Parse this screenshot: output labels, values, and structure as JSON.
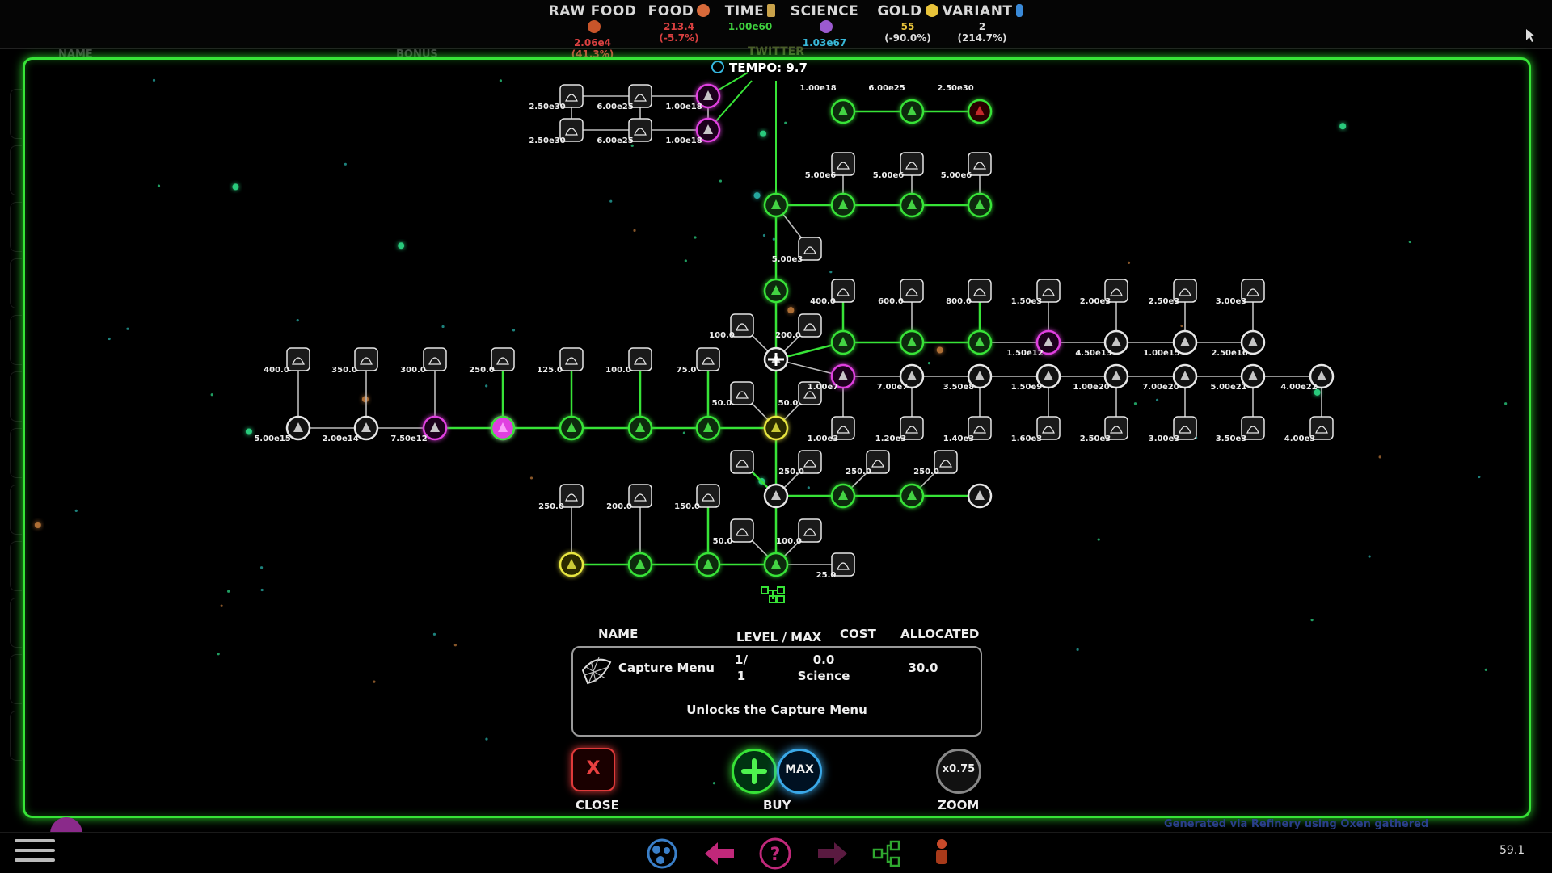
{
  "resources": [
    {
      "name": "RAW FOOD",
      "value": "2.06e4",
      "delta": "(41.3%)",
      "icon": "meat-icon",
      "icon_color": "#c8552a",
      "value_color": "#d94040",
      "delta_color": "#d94040"
    },
    {
      "name": "FOOD",
      "value": "213.4",
      "delta": "(-5.7%)",
      "icon": "cooked-food-icon",
      "icon_color": "#d86a3a",
      "value_color": "#d94040",
      "delta_color": "#d94040"
    },
    {
      "name": "TIME",
      "value": "",
      "delta": "1.00e60",
      "icon": "hourglass-icon",
      "icon_color": "#c9a24a",
      "value_color": "#3fd23f",
      "delta_color": "#3fd23f"
    },
    {
      "name": "SCIENCE",
      "value": "",
      "delta": "1.03e67",
      "icon": "flask-icon",
      "icon_color": "#9b5ad0",
      "value_color": "#38b8d8",
      "delta_color": "#38b8d8"
    },
    {
      "name": "GOLD",
      "value": "55",
      "delta": "(-90.0%)",
      "icon": "coin-icon",
      "icon_color": "#e8c33a",
      "value_color": "#e8c33a",
      "delta_color": "#dddddd"
    },
    {
      "name": "VARIANT",
      "value": "2",
      "delta": "(214.7%)",
      "icon": "person-icon",
      "icon_color": "#3a8ad8",
      "value_color": "#dddddd",
      "delta_color": "#dddddd"
    }
  ],
  "background_headers": {
    "name": "NAME",
    "bonus": "BONUS",
    "twitter": "TWITTER"
  },
  "tempo": {
    "label": "TEMPO: 9.7"
  },
  "tree_labels": [
    "2.50e30",
    "6.00e25",
    "1.00e18",
    "2.50e30",
    "6.00e25",
    "1.00e18",
    "1.00e18",
    "6.00e25",
    "2.50e30",
    "5.00e6",
    "5.00e6",
    "5.00e6",
    "5.00e3",
    "400.0",
    "600.0",
    "800.0",
    "1.50e3",
    "2.00e3",
    "2.50e3",
    "3.00e3",
    "1.50e12",
    "4.50e13",
    "1.00e15",
    "2.50e16",
    "100.0",
    "200.0",
    "400.0",
    "350.0",
    "300.0",
    "250.0",
    "125.0",
    "100.0",
    "75.0",
    "5.00e15",
    "2.00e14",
    "7.50e12",
    "50.0",
    "50.0",
    "1.00e7",
    "7.00e7",
    "3.50e8",
    "1.50e9",
    "1.00e20",
    "7.00e20",
    "5.00e21",
    "4.00e22",
    "1.00e3",
    "1.20e3",
    "1.40e3",
    "1.60e3",
    "2.50e3",
    "3.00e3",
    "3.50e3",
    "4.00e3",
    "250.0",
    "250.0",
    "250.0",
    "250.0",
    "200.0",
    "150.0",
    "50.0",
    "100.0",
    "25.0"
  ],
  "info_panel": {
    "headers": {
      "name": "NAME",
      "level": "LEVEL / MAX",
      "cost": "COST",
      "allocated": "ALLOCATED"
    },
    "item_name": "Capture Menu",
    "item_icon": "net-icon",
    "level": "1/",
    "max": "1",
    "cost_value": "0.0",
    "cost_unit": "Science",
    "allocated": "30.0",
    "description": "Unlocks the Capture Menu"
  },
  "buttons": {
    "close_symbol": "X",
    "close_label": "CLOSE",
    "buy_label": "BUY",
    "max_label": "MAX",
    "zoom_value": "x0.75",
    "zoom_label": "ZOOM"
  },
  "footer": {
    "generated_text": "Generated via Refinery using Oxen gathered",
    "fps": "59.1"
  },
  "colors": {
    "accent_green": "#37e337",
    "highlight_pink": "#e040e0",
    "max_blue": "#3aa8e8",
    "close_red": "#e03a3a"
  }
}
